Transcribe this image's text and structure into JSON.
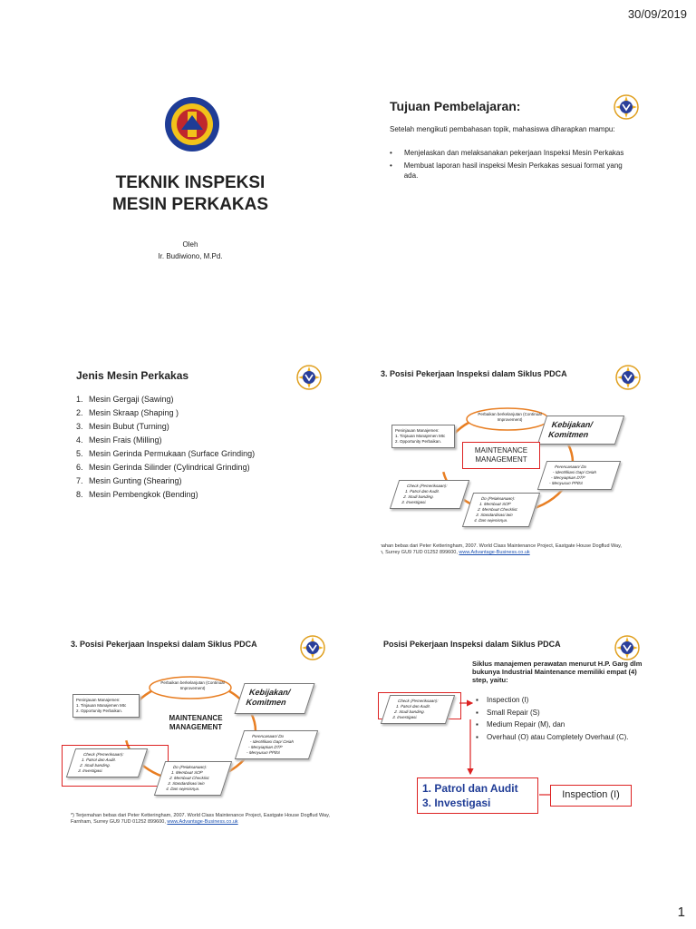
{
  "header": {
    "date": "30/09/2019"
  },
  "footer": {
    "page_number": "1"
  },
  "slide1": {
    "title_line1": "TEKNIK INSPEKSI",
    "title_line2": "MESIN PERKAKAS",
    "by": "Oleh",
    "author": "Ir. Budiwiono, M.Pd."
  },
  "slide2": {
    "title": "Tujuan Pembelajaran:",
    "intro": "Setelah mengikuti pembahasan topik, mahasiswa diharapkan mampu:",
    "bullets": [
      "Menjelaskan dan melaksanakan pekerjaan Inspeksi Mesin Perkakas",
      "Membuat laporan hasil inspeksi Mesin Perkakas  sesuai format yang ada."
    ]
  },
  "slide3": {
    "title": "Jenis Mesin Perkakas",
    "items": [
      {
        "n": "1.",
        "text": "Mesin Gergaji (Sawing)"
      },
      {
        "n": "2.",
        "text": "Mesin Skraap (Shaping )"
      },
      {
        "n": "3.",
        "text": "Mesin Bubut (Turning)"
      },
      {
        "n": "4.",
        "text": "Mesin Frais (Milling)"
      },
      {
        "n": "5.",
        "text": "Mesin Gerinda Permukaan (Surface Grinding)"
      },
      {
        "n": "6.",
        "text": "Mesin Gerinda Silinder (Cylindrical Grinding)"
      },
      {
        "n": "7.",
        "text": "Mesin Gunting (Shearing)"
      },
      {
        "n": "8.",
        "text": "Mesin Pembengkok (Bending)"
      }
    ]
  },
  "slide4": {
    "title": "3. Posisi Pekerjaan Inspeksi dalam Siklus PDCA",
    "improve": "Perbaikan berkelanjutan (Continual Improvement)",
    "review_title": "Peninjauan Manajemen:",
    "review_1": "1. Tinjauan  Manajemen Mtc",
    "review_2": "2. Opportunity Perbaikan.",
    "policy": "Kebijakan/ Komitmen",
    "mm": "MAINTENANCE MANAGEMENT",
    "plan_title": "Perencanaan/ Do",
    "plan_1": "- Identifikasi Gap/ Celah",
    "plan_2": "- Menyiapkan DTP",
    "plan_3": "- Menyusun PPBS",
    "check_title": "Check (Pemeriksaan):",
    "check_1": "1. Patrol dan Audit.",
    "check_2": "2. Studi banding.",
    "check_3": "3. Investigasi.",
    "do_title": "Do (Pelaksanaan):",
    "do_1": "1. Membuat SOP",
    "do_2": "2. Membuat Checklist.",
    "do_3": "3. Standardisasi lain",
    "do_4": "4. Dan sejenisnya.",
    "citation": "*) Terjemahan bebas dari Peter Ketteringham, 2007. World Class Maintenance Project, Eastgate House Dogflud Way, Farnham, Surrey GU9 7UD 01252 899600, ",
    "link": "www.Advantage-Business.co.uk"
  },
  "slide6": {
    "title": "Posisi Pekerjaan Inspeksi dalam Siklus PDCA",
    "intro": "Siklus manajemen perawatan menurut H.P. Garg dlm bukunya Industrial Maintenance memiliki empat (4) step, yaitu:",
    "bullets": [
      "Inspection (I)",
      "Small Repair (S)",
      "Medium Repair (M), dan",
      "Overhaul (O) atau Completely Overhaul (C)."
    ],
    "result_line1": "1. Patrol dan Audit",
    "result_line2": "3. Investigasi",
    "inspection": "Inspection (I)"
  }
}
